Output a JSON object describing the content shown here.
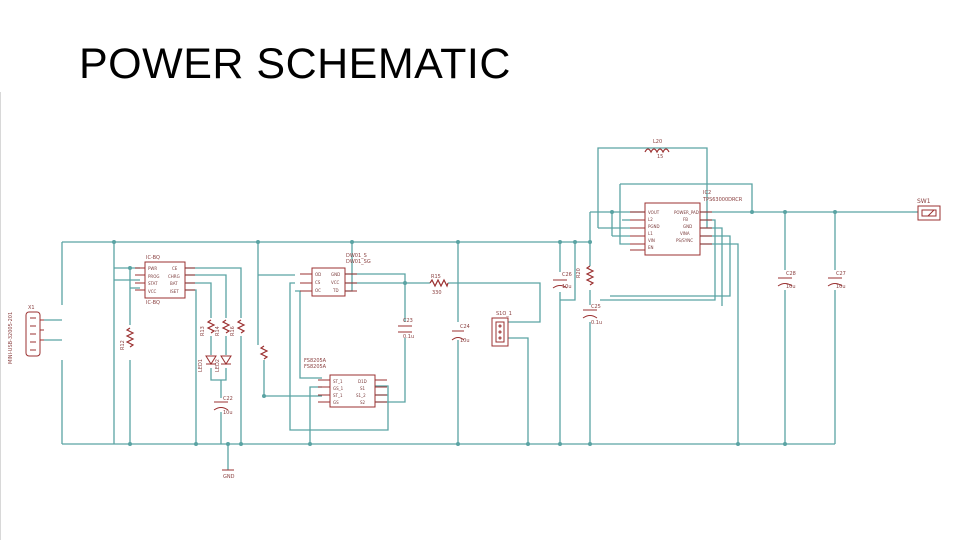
{
  "title": "POWER SCHEMATIC",
  "colors": {
    "wire": "#5aa3a3",
    "part": "#9b3030",
    "label": "#8a4040"
  },
  "components": {
    "l20": {
      "ref": "L20",
      "value": "15"
    },
    "ic2": {
      "ref": "IC2",
      "part": "TPS63000DRCR",
      "pins_left": [
        "VOUT",
        "L2",
        "PGND",
        "L1",
        "VIN",
        "EN"
      ],
      "pins_right": [
        "POWER_PAD",
        "FB",
        "GND",
        "VINA",
        "PS/SYNC"
      ]
    },
    "sw1": {
      "ref": "SW1"
    },
    "ic_charger": {
      "ref": "IC-BQ",
      "part": "IC-BQ",
      "pins_left": [
        "PWR",
        "PROG",
        "STAT",
        "VCC"
      ],
      "pins_right": [
        "CE",
        "CHRG",
        "BAT",
        "ISET"
      ]
    },
    "ic_prot": {
      "ref": "DW01_S",
      "part": "DW01_SG",
      "pins_left": [
        "OD",
        "CS",
        "OC"
      ],
      "pins_right": [
        "GND",
        "VCC",
        "TD"
      ]
    },
    "ic_mosfet": {
      "ref": "FS8205A",
      "part": "FS8205A",
      "pins_left": [
        "ST_1",
        "GS_1",
        "ST_1",
        "GS"
      ],
      "pins_right": [
        "D1D",
        "S1",
        "S1_2",
        "S2"
      ]
    },
    "r15": {
      "ref": "R15",
      "value": "330"
    },
    "c23": {
      "ref": "C23",
      "value": "0.1u"
    },
    "c24": {
      "ref": "C24",
      "value": "10u"
    },
    "s1": {
      "ref": "S1O_1"
    },
    "c26": {
      "ref": "C26",
      "value": "10u"
    },
    "r_fb": {
      "ref": "R20"
    },
    "c25": {
      "ref": "C25",
      "value": "0.1u"
    },
    "c28": {
      "ref": "C28",
      "value": "10u"
    },
    "c27": {
      "ref": "C27",
      "value": "10u"
    },
    "r12": {
      "ref": "R12"
    },
    "r13": {
      "ref": "R13"
    },
    "r14": {
      "ref": "R14"
    },
    "r16": {
      "ref": "R16"
    },
    "led1": {
      "ref": "LED1"
    },
    "led2": {
      "ref": "LED2"
    },
    "c22": {
      "ref": "C22",
      "value": "10u"
    },
    "gnd": {
      "label": "GND"
    },
    "usb": {
      "ref": "X1",
      "part": "MINI-USB-32005-201"
    }
  }
}
